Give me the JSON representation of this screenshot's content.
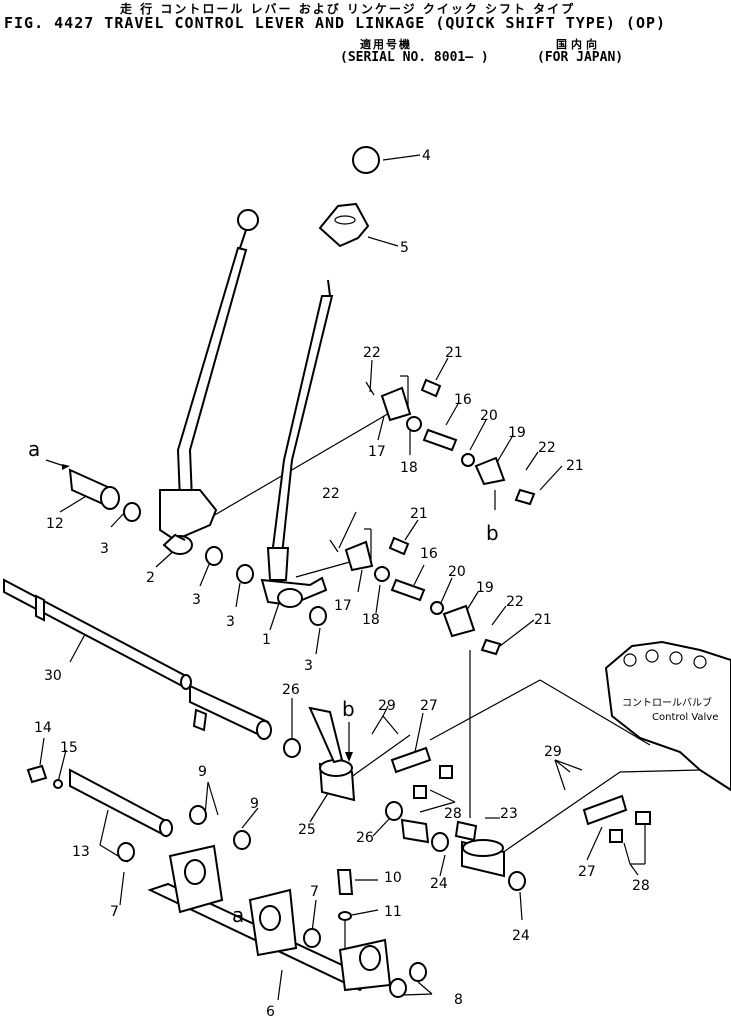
{
  "header": {
    "jp_title": "走 行  コントロール レバー および リンケージ クイック シフト タイプ",
    "title": "FIG. 4427  TRAVEL CONTROL LEVER AND LINKAGE (QUICK SHIFT TYPE) (OP)",
    "jp_serial": "適用号機",
    "jp_japan": "国内向",
    "serial": "(SERIAL NO. 8001– )",
    "for_japan": "(FOR JAPAN)"
  },
  "parts": {
    "p1": "1",
    "p2": "2",
    "p3a": "3",
    "p3b": "3",
    "p3c": "3",
    "p3d": "3",
    "p4": "4",
    "p5": "5",
    "p6": "6",
    "p7a": "7",
    "p7b": "7",
    "p8": "8",
    "p9a": "9",
    "p9b": "9",
    "p10": "10",
    "p11": "11",
    "p12": "12",
    "p13": "13",
    "p14": "14",
    "p15": "15",
    "p16a": "16",
    "p16b": "16",
    "p17a": "17",
    "p17b": "17",
    "p18a": "18",
    "p18b": "18",
    "p19a": "19",
    "p19b": "19",
    "p20a": "20",
    "p20b": "20",
    "p21a": "21",
    "p21b": "21",
    "p21c": "21",
    "p21d": "21",
    "p22a": "22",
    "p22b": "22",
    "p22c": "22",
    "p22d": "22",
    "p23": "23",
    "p24a": "24",
    "p24b": "24",
    "p25": "25",
    "p26a": "26",
    "p26b": "26",
    "p27a": "27",
    "p27b": "27",
    "p28a": "28",
    "p28b": "28",
    "p29a": "29",
    "p29b": "29",
    "p30": "30"
  },
  "refs": {
    "a1": "a",
    "a2": "a",
    "b1": "b",
    "b2": "b"
  },
  "control_valve": {
    "jp": "コントロールバルブ",
    "en": "Control Valve"
  }
}
